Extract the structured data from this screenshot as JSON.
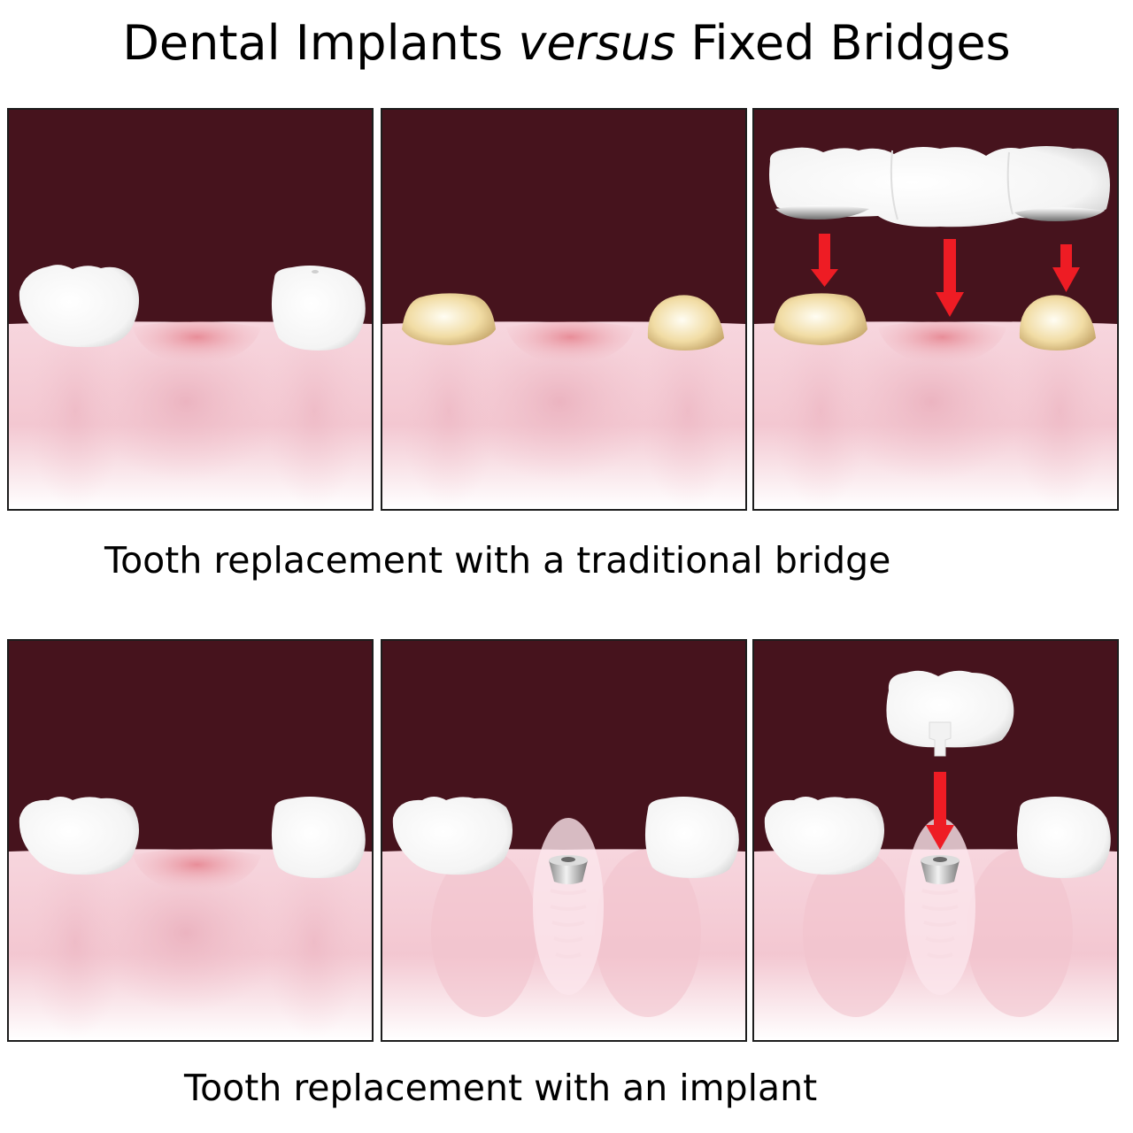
{
  "title": {
    "prefix": "Dental Implants ",
    "emphasis": "versus",
    "suffix": " Fixed Bridges"
  },
  "captions": {
    "bridge": "Tooth replacement with a traditional bridge",
    "implant": "Tooth replacement with an implant"
  },
  "colors": {
    "background": "#46131d",
    "gum": "#f3c9d2",
    "gum_highlight": "#fbe6ec",
    "tooth": "#ffffff",
    "prepared_tooth": "#e8cf92",
    "arrow": "#ee1c24",
    "implant_metal": "#b9b9b9"
  },
  "rows": [
    {
      "name": "traditional-bridge",
      "panels": [
        "missing-tooth",
        "prepared-abutment-teeth",
        "bridge-placement"
      ]
    },
    {
      "name": "implant",
      "panels": [
        "missing-tooth",
        "implant-placed",
        "crown-placement"
      ]
    }
  ]
}
